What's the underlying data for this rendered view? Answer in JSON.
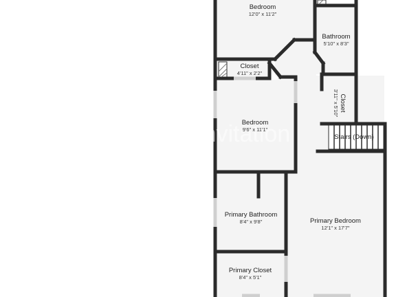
{
  "rooms": [
    {
      "id": "bedroom-top",
      "name": "Bedroom",
      "dim": "12'0\" x 11'2\""
    },
    {
      "id": "bathroom",
      "name": "Bathroom",
      "dim": "5'10\" x 8'3\""
    },
    {
      "id": "closet-small",
      "name": "Closet",
      "dim": "4'11\" x 2'2\""
    },
    {
      "id": "closet-right",
      "name": "Closet",
      "dim": "3'11\" x 5'10\""
    },
    {
      "id": "bedroom-mid",
      "name": "Bedroom",
      "dim": "9'6\" x 11'1\""
    },
    {
      "id": "stairs",
      "name": "Stairs (Down)",
      "dim": ""
    },
    {
      "id": "primary-bathroom",
      "name": "Primary Bathroom",
      "dim": "8'4\" x 9'8\""
    },
    {
      "id": "primary-bedroom",
      "name": "Primary Bedroom",
      "dim": "12'1\" x 17'7\""
    },
    {
      "id": "primary-closet",
      "name": "Primary Closet",
      "dim": "8'4\" x 5'1\""
    }
  ],
  "watermark": "invitation"
}
